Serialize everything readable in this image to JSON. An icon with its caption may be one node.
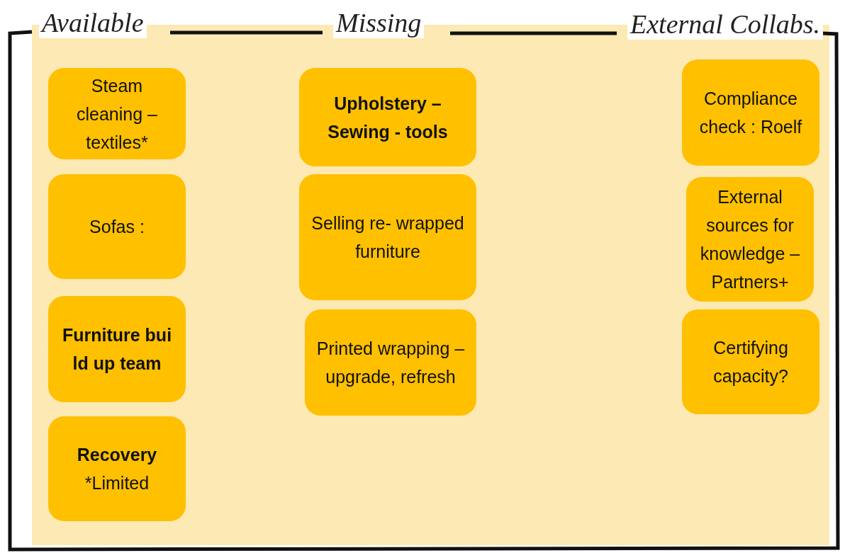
{
  "diagram": {
    "nodes": [
      {
        "text": [
          "Steam cleaning – textiles*"
        ]
      },
      {
        "text": [
          "Sofas :"
        ]
      },
      {
        "text": [
          "Furniture bui ld up team"
        ]
      },
      {
        "text": [
          "Recovery",
          "*Limited"
        ]
      },
      {
        "text": [
          "Upholstery – Sewing - tools"
        ]
      },
      {
        "text": [
          "Selling re- wrapped furniture"
        ]
      },
      {
        "text": [
          "Printed wrapping – upgrade, refresh"
        ]
      },
      {
        "text": [
          "Compliance check : Roelf"
        ]
      },
      {
        "text": [
          "External sources for knowledge – Partners+"
        ]
      },
      {
        "text": [
          "Certifying capacity?"
        ]
      }
    ],
    "labels": [
      "Available",
      "Missing",
      "External Collabs."
    ]
  }
}
